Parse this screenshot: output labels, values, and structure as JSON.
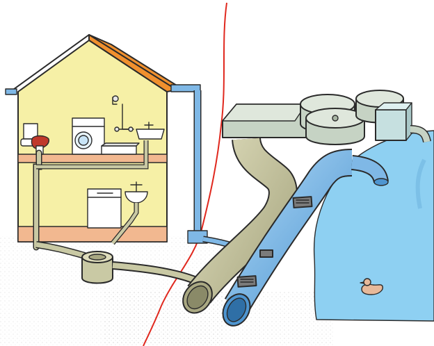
{
  "diagram": {
    "colors": {
      "house_wall": "#f6f0a6",
      "roof": "#f0902e",
      "floor": "#f2b890",
      "waste_pipe": "#c9c9a4",
      "storm_pipe": "#7fb8e6",
      "water": "#8ed0f2",
      "tank": "#c6d3c4",
      "property_line": "#e0281e"
    },
    "components": [
      {
        "id": "house",
        "icon": "house-cross-section"
      },
      {
        "id": "toilet",
        "icon": "toilet-icon"
      },
      {
        "id": "washing-machine",
        "icon": "washing-machine-icon"
      },
      {
        "id": "shower",
        "icon": "shower-icon"
      },
      {
        "id": "kitchen-sink",
        "icon": "sink-icon"
      },
      {
        "id": "washbasin",
        "icon": "washbasin-icon"
      },
      {
        "id": "dishwasher",
        "icon": "dishwasher-icon"
      },
      {
        "id": "inspection-chamber",
        "icon": "manhole-icon"
      },
      {
        "id": "rain-downpipe",
        "icon": "downpipe-icon"
      },
      {
        "id": "sewer-pipe",
        "icon": "pipe-icon"
      },
      {
        "id": "storm-drain-pipe",
        "icon": "pipe-icon"
      },
      {
        "id": "treatment-plant",
        "icon": "tank-icon"
      },
      {
        "id": "lake",
        "icon": "water-icon"
      },
      {
        "id": "duck",
        "icon": "duck-icon"
      }
    ]
  }
}
